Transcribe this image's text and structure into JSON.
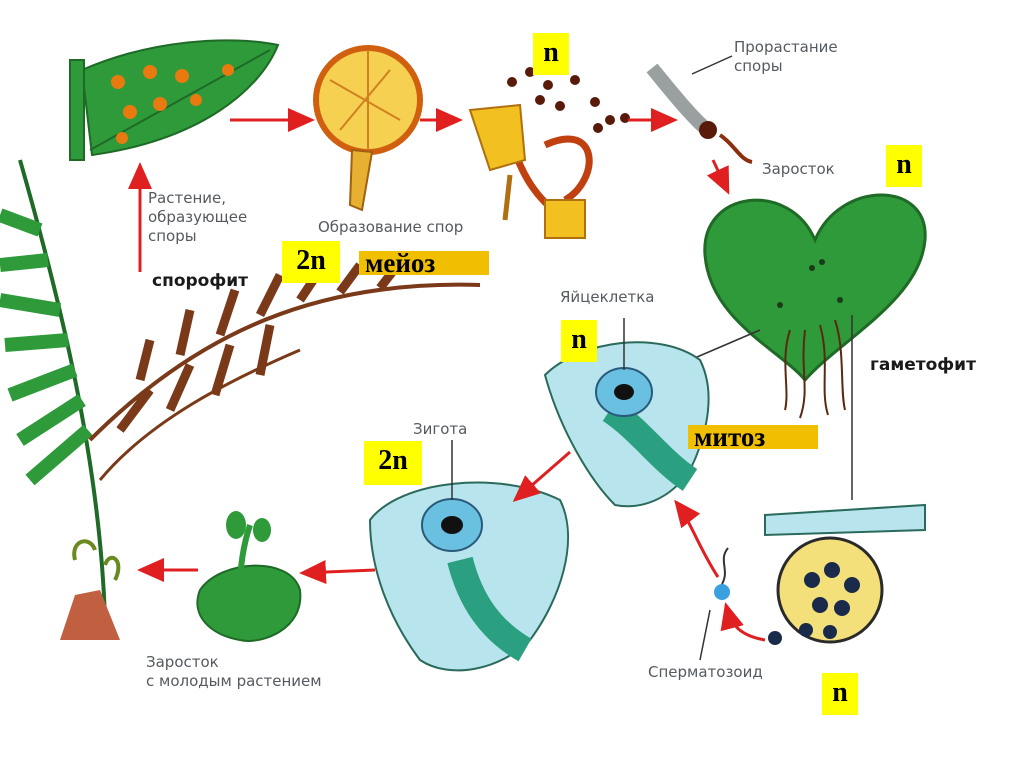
{
  "labels": {
    "sporophyte_desc": "Растение,\nобразующее\nспоры",
    "sporophyte": "спорофит",
    "spore_formation": "Образование спор",
    "spore_germination": "Прорастание\nспоры",
    "prothallus": "Заросток",
    "gametophyte": "гаметофит",
    "egg_cell": "Яйцеклетка",
    "zygote": "Зигота",
    "sperm": "Сперматозоид",
    "prothallus_young": "Заросток\nс молодым растением"
  },
  "ploidy_badges": {
    "spores": "n",
    "prothallus": "n",
    "sporophyte": "2n",
    "egg_cell": "n",
    "zygote": "2n",
    "sperm": "n"
  },
  "process_bars": {
    "meiosis": "мейоз",
    "mitosis": "митоз"
  },
  "colors": {
    "arrow": "#e02020",
    "leaf_green": "#2e9a3a",
    "fern_brown": "#7a3a1a",
    "spore_yellow": "#f2c020",
    "badge_yellow": "#ffff00",
    "bar_orange": "#f0c000",
    "cell_blue": "#b8e4ee"
  }
}
